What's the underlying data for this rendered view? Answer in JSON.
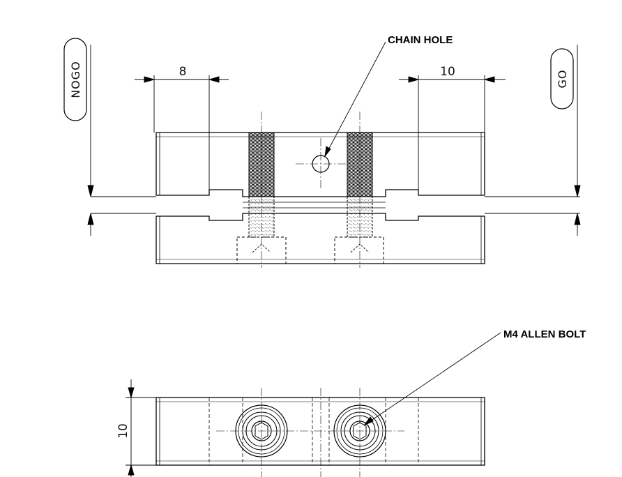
{
  "labels": {
    "chain_hole": "CHAIN HOLE",
    "allen_bolt": "M4 ALLEN BOLT"
  },
  "dimensions": {
    "left_width": "8",
    "right_width": "10",
    "height": "10"
  },
  "gauges": {
    "nogo": "NOGO",
    "go": "GO"
  }
}
